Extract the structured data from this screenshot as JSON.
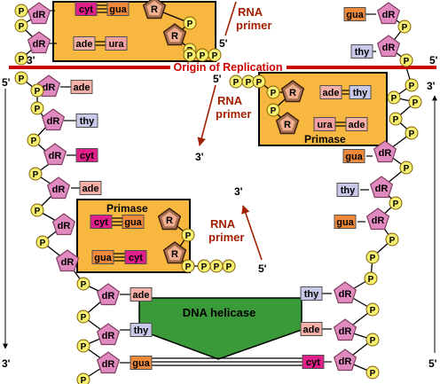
{
  "labels": {
    "origin": "Origin of Replication",
    "rna_primer": "RNA primer",
    "rna_primer_line1": "RNA",
    "rna_primer_line2": "primer",
    "primase": "Primase",
    "helicase": "DNA helicase",
    "sugar": "dR",
    "phosphate": "P",
    "ribose": "R",
    "end3": "3'",
    "end5": "5'"
  },
  "bases": {
    "cyt": "cyt",
    "gua": "gua",
    "ade": "ade",
    "ura": "ura",
    "thy": "thy"
  },
  "colors": {
    "cyt": "#e0208a",
    "gua": "#f08a3a",
    "ade": "#f5b0a8",
    "ura": "#f5a0a0",
    "thy": "#c8c8e8",
    "sugar": "#e08ac0",
    "ribose": "#a87050",
    "phosphate": "#f8f070",
    "primer_box": "#f8b840",
    "helicase": "#3a9a3a",
    "origin_line": "#cc0000",
    "label_red": "#a02000"
  }
}
